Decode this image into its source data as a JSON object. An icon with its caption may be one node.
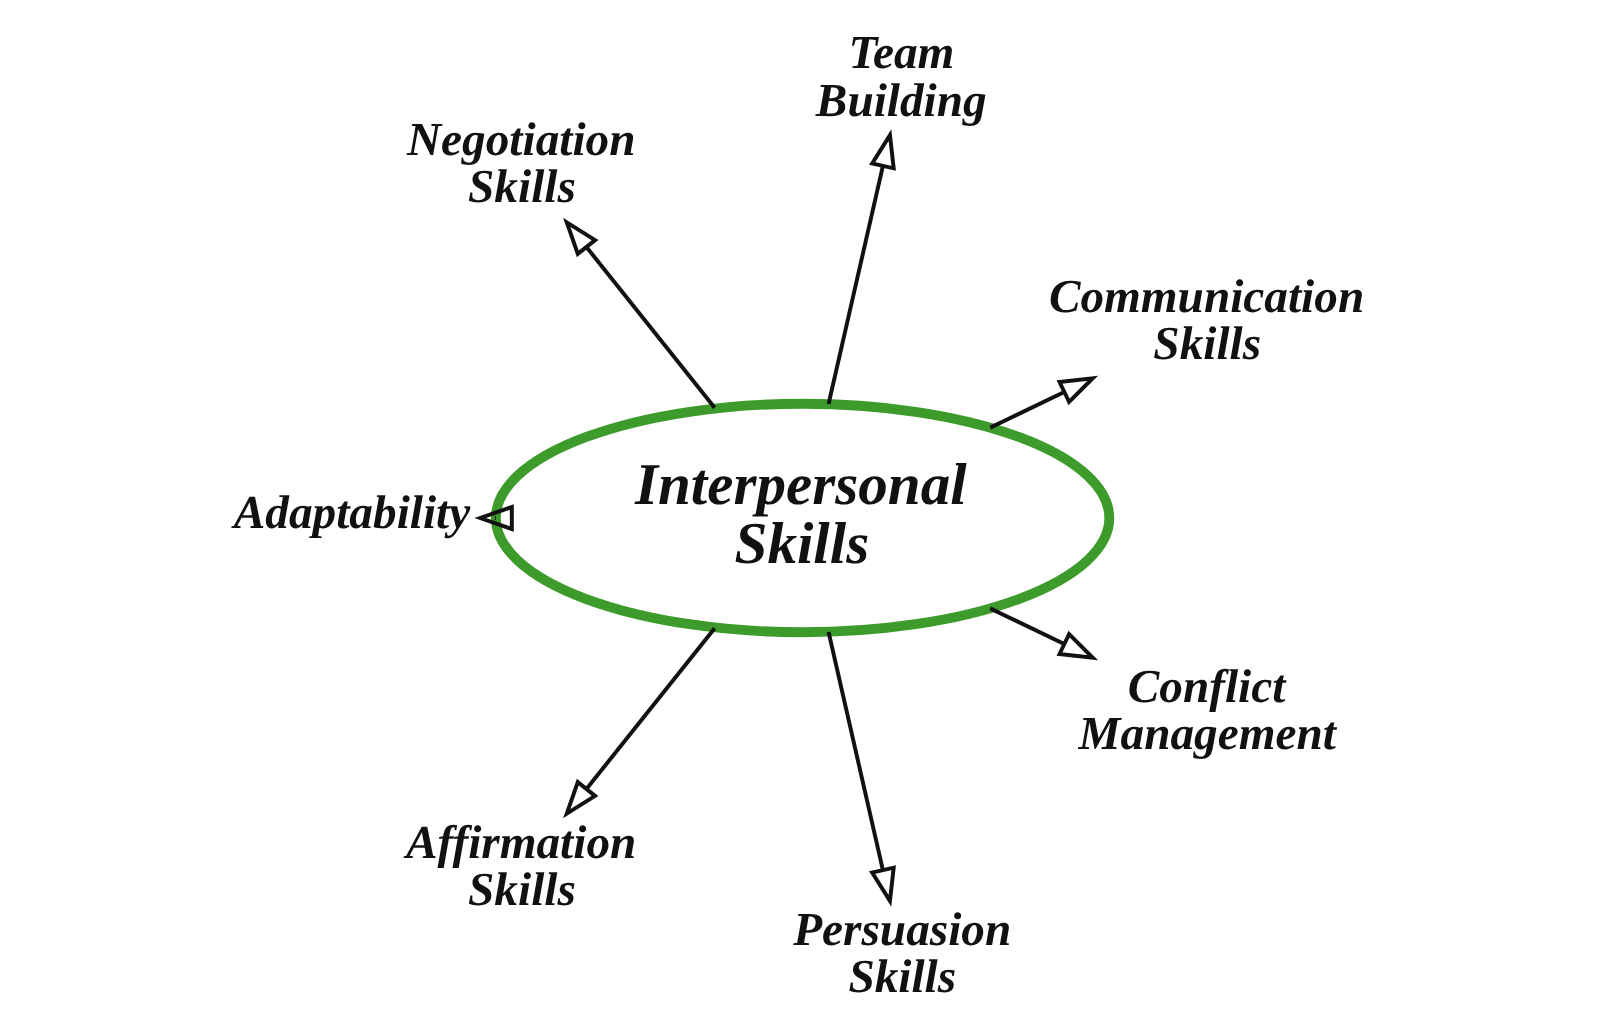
{
  "diagram": {
    "nodes": [
      {
        "text": [
          "Interpersonal Skills"
        ]
      },
      {
        "text": [
          "Negotiation Skills"
        ]
      },
      {
        "text": [
          "Team Building"
        ]
      },
      {
        "text": [
          "Communication Skills"
        ]
      },
      {
        "text": [
          "Adaptability"
        ]
      },
      {
        "text": [
          "Conflict Management"
        ]
      },
      {
        "text": [
          "Affirmation Skills"
        ]
      },
      {
        "text": [
          "Persuasion Skills"
        ]
      }
    ],
    "edges": [
      {
        "from": 0,
        "to": 2,
        "arrow": "to"
      },
      {
        "from": 0,
        "to": 3,
        "arrow": "to"
      },
      {
        "from": 0,
        "to": 5,
        "arrow": "to"
      },
      {
        "from": 0,
        "to": 7,
        "arrow": "to"
      },
      {
        "from": 0,
        "to": 6,
        "arrow": "to"
      },
      {
        "from": 0,
        "to": 4,
        "arrow": "to"
      },
      {
        "from": 0,
        "to": 1,
        "arrow": "to"
      }
    ]
  }
}
